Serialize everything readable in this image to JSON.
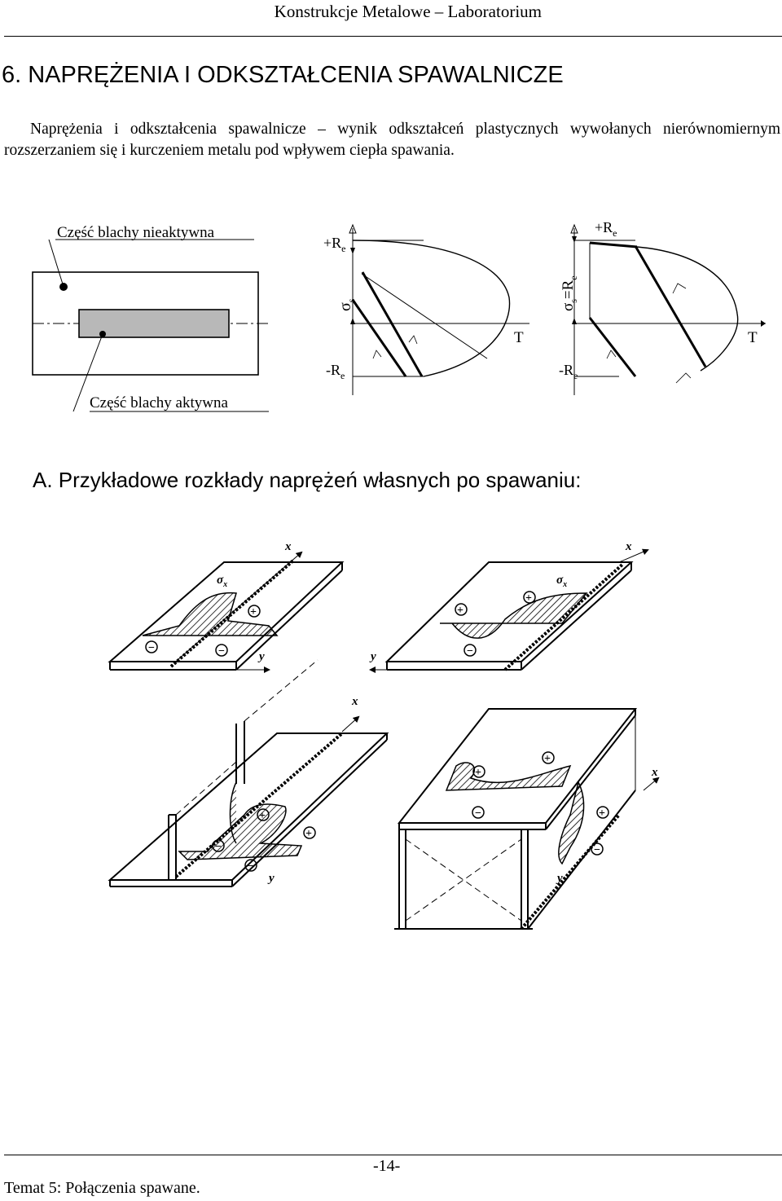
{
  "header": {
    "title": "Konstrukcje Metalowe – Laboratorium"
  },
  "section": {
    "title": "6. NAPRĘŻENIA I ODKSZTAŁCENIA SPAWALNICZE"
  },
  "intro": "Naprężenia i odkształcenia spawalnicze – wynik odkształceń plastycznych wywołanych nierównomiernym rozszerzaniem się i kurczeniem metalu pod wpływem ciepła spawania.",
  "figure1": {
    "label_inactive": "Część blachy nieaktywna",
    "label_active": "Część blachy aktywna",
    "plot1": {
      "top_label": "+R",
      "top_sub": "e",
      "bottom_label": "-R",
      "bottom_sub": "e",
      "axis_label": "σ",
      "axis_sub": "s",
      "t_label": "T"
    },
    "plot2": {
      "top_label": "+R",
      "top_sub": "e",
      "bottom_label": "-R",
      "bottom_sub": "e",
      "axis_label": "σ",
      "axis_sub": "s",
      "axis_eq": "=R",
      "axis_eq_sub": "e",
      "t_label": "T"
    }
  },
  "subsection": {
    "title": "A. Przykładowe rozkłady naprężeń własnych po spawaniu:"
  },
  "figure2": {
    "x_label": "x",
    "y_label": "y",
    "sigma_label": "σ",
    "sigma_sub": "x",
    "plus": "+",
    "minus": "−"
  },
  "footer": {
    "page": "-14-",
    "topic": "Temat 5:  Połączenia spawane."
  }
}
